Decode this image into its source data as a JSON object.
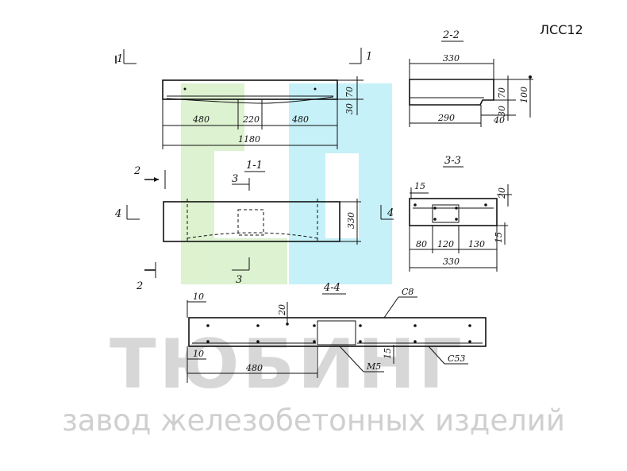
{
  "product_code": "ЛСС12",
  "sections": {
    "s11": "1-1",
    "s22": "2-2",
    "s33": "3-3",
    "s44": "4-4"
  },
  "cut_marks": {
    "c1": "1",
    "c2": "2",
    "c3": "3",
    "c4": "4"
  },
  "dims_front": {
    "a": "480",
    "b": "220",
    "c": "480",
    "total": "1180",
    "h70": "70",
    "h30": "30"
  },
  "dims_22": {
    "top": "330",
    "bottom": "290",
    "h70": "70",
    "h100": "100",
    "h30": "30",
    "h40": "40"
  },
  "dims_11": {
    "h330": "330"
  },
  "dims_33": {
    "d15": "15",
    "d20": "20",
    "d80": "80",
    "d120": "120",
    "d130": "130",
    "total": "330",
    "r15": "15"
  },
  "dims_44": {
    "d10a": "10",
    "d20": "20",
    "d10b": "10",
    "d480": "480",
    "d15": "15"
  },
  "callouts_44": {
    "c8": "C8",
    "c53": "C53",
    "m5": "M5"
  },
  "watermark": {
    "brand": "ТЮБИНГ",
    "tagline": "завод железобетонных изделий"
  },
  "colors": {
    "logo_green": "#d8f0c8",
    "logo_cyan": "#bdeff8",
    "watermark_gray": "#d7d7d7",
    "ink": "#111111"
  }
}
